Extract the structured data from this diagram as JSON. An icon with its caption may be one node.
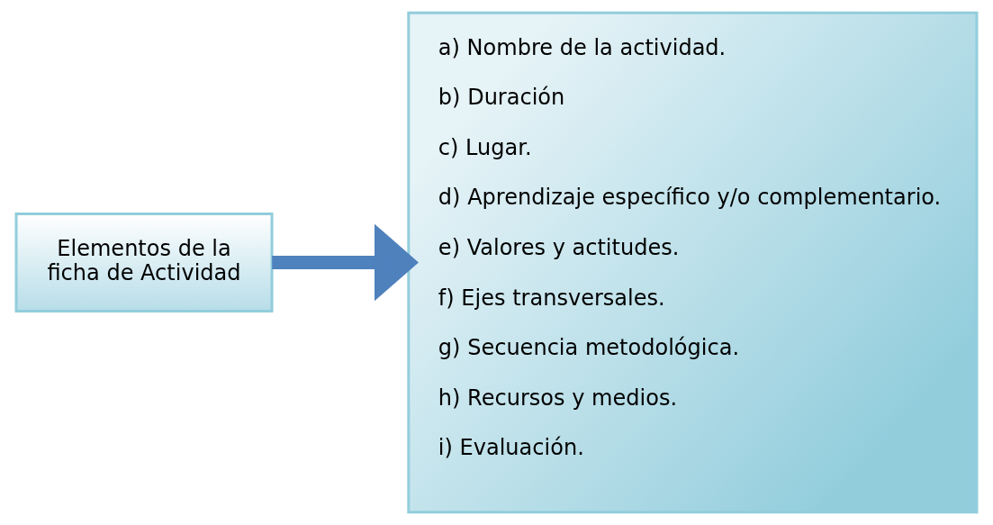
{
  "diagram": {
    "nodes": [
      {
        "text": [
          "Elementos de la ficha de Actividad"
        ]
      },
      {
        "text": [
          "a) Nombre de la actividad.",
          "b) Duración",
          "c) Lugar.",
          "d) Aprendizaje específico y/o complementario.",
          "e) Valores y actitudes.",
          "f) Ejes transversales.",
          "g) Secuencia metodológica.",
          "h) Recursos y medios.",
          "i) Evaluación."
        ]
      }
    ],
    "edges": [
      {
        "from": 0,
        "to": 1,
        "arrow": "to",
        "color": "#4f81bd"
      }
    ]
  }
}
